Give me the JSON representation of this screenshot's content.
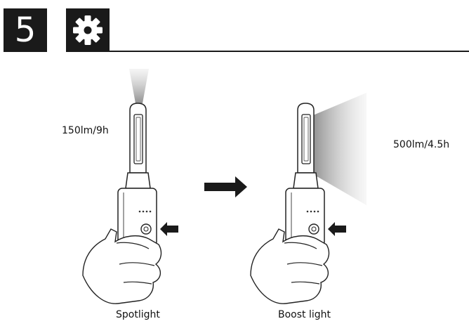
{
  "header": {
    "step_number": "5",
    "icon": "gear-icon"
  },
  "panels": [
    {
      "mode_label": "Spotlight",
      "spec": "150lm/9h"
    },
    {
      "mode_label": "Boost light",
      "spec": "500lm/4.5h"
    }
  ],
  "colors": {
    "header_fill": "#1a1a1a",
    "beam_gray": "#9a9a9a"
  }
}
